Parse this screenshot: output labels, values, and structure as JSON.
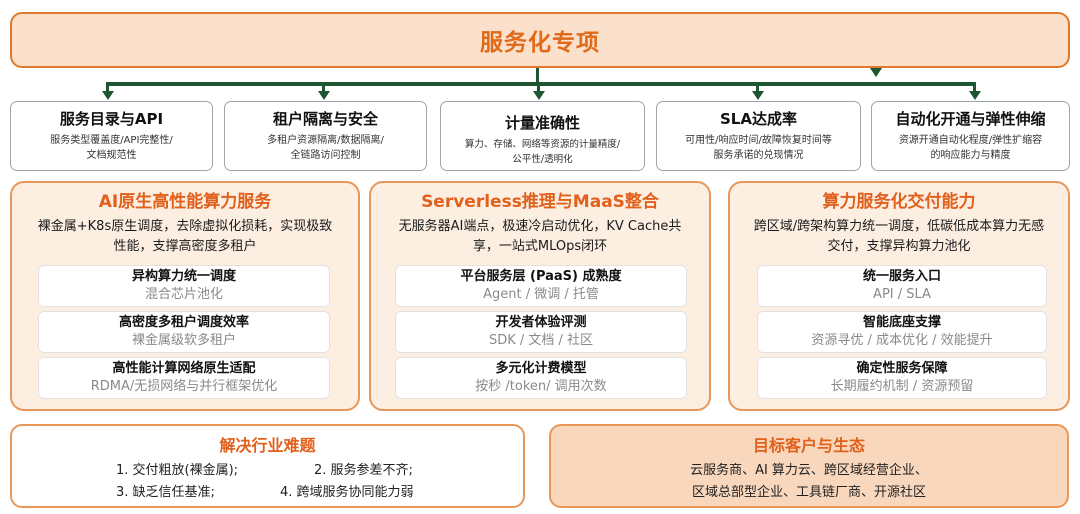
{
  "title": "服务化专项",
  "row2": [
    {
      "title": "服务目录与API",
      "desc1": "服务类型覆盖度/API完整性/",
      "desc2": "文档规范性"
    },
    {
      "title": "租户隔离与安全",
      "desc1": "多租户资源隔离/数据隔离/",
      "desc2": "全链路访问控制"
    },
    {
      "title": "计量准确性",
      "desc1": "算力、存储、网络等资源的计量精度/",
      "desc2": "公平性/透明化"
    },
    {
      "title": "SLA达成率",
      "desc1": "可用性/响应时间/故障恢复时间等",
      "desc2": "服务承诺的兑现情况"
    },
    {
      "title": "自动化开通与弹性伸缩",
      "desc1": "资源开通自动化程度/弹性扩缩容",
      "desc2": "的响应能力与精度"
    }
  ],
  "pillars": [
    {
      "title": "AI原生高性能算力服务",
      "desc1": "裸金属+K8s原生调度，去除虚拟化损耗，实现极致",
      "desc2": "性能，支撑高密度多租户",
      "items": [
        {
          "title": "异构算力统一调度",
          "desc": "混合芯片池化"
        },
        {
          "title": "高密度多租户调度效率",
          "desc": "裸金属级软多租户"
        },
        {
          "title": "高性能计算网络原生适配",
          "desc": "RDMA/无损网络与并行框架优化"
        }
      ]
    },
    {
      "title": "Serverless推理与MaaS整合",
      "desc1": "无服务器AI端点，极速冷启动优化，KV Cache共",
      "desc2": "享，一站式MLOps闭环",
      "items": [
        {
          "title": "平台服务层 (PaaS) 成熟度",
          "desc": "Agent / 微调 / 托管"
        },
        {
          "title": "开发者体验评测",
          "desc": "SDK / 文档 / 社区"
        },
        {
          "title": "多元化计费模型",
          "desc": "按秒 /token/ 调用次数"
        }
      ]
    },
    {
      "title": "算力服务化交付能力",
      "desc1": "跨区域/跨架构算力统一调度，低碳低成本算力无感",
      "desc2": "交付，支撑异构算力池化",
      "items": [
        {
          "title": "统一服务入口",
          "desc": "API / SLA"
        },
        {
          "title": "智能底座支撑",
          "desc": "资源寻优 / 成本优化 / 效能提升"
        },
        {
          "title": "确定性服务保障",
          "desc": "长期履约机制 / 资源预留"
        }
      ]
    }
  ],
  "issues": {
    "title": "解决行业难题",
    "items": [
      "1. 交付粗放(裸金属);",
      "2. 服务参差不齐;",
      "3. 缺乏信任基准;",
      "4. 跨域服务协同能力弱"
    ]
  },
  "targets": {
    "title": "目标客户与生态",
    "line1": "云服务商、AI 算力云、跨区域经营企业、",
    "line2": "区域总部型企业、工具链厂商、开源社区"
  },
  "colors": {
    "accent": "#e0601c",
    "border": "#e7975a",
    "connector": "#1e5631",
    "title_fill": "#fbe0cb",
    "pillar_fill": "#fdeee2",
    "target_fill": "#f8d7bd"
  }
}
